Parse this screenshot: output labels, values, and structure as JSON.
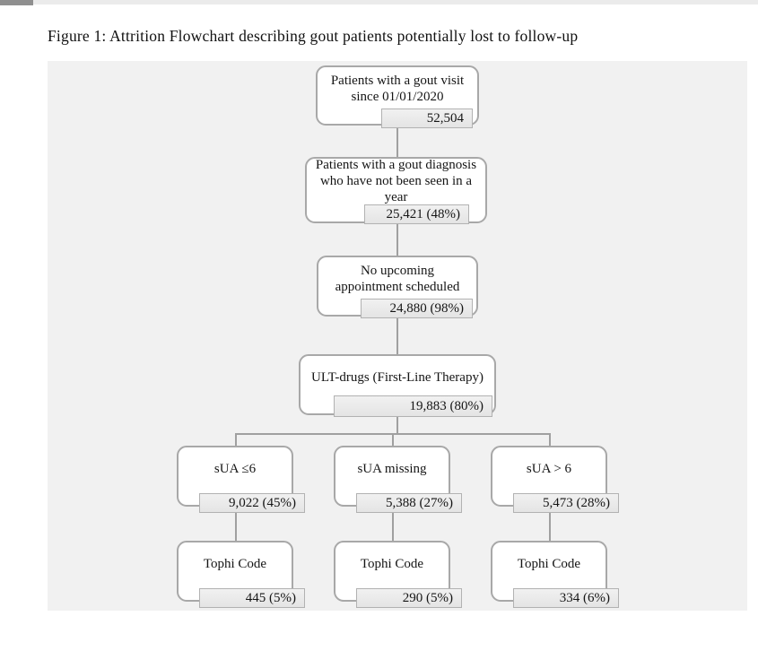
{
  "document": {
    "title": "Figure 1: Attrition Flowchart describing gout patients potentially lost to follow-up"
  },
  "flowchart": {
    "main": [
      {
        "label": "Patients with a gout visit since 01/01/2020",
        "value": "52,504"
      },
      {
        "label": "Patients with a gout diagnosis who have not been seen in a year",
        "value": "25,421 (48%)"
      },
      {
        "label": "No upcoming appointment scheduled",
        "value": "24,880 (98%)"
      },
      {
        "label": "ULT-drugs (First-Line Therapy)",
        "value": "19,883 (80%)"
      }
    ],
    "branches": [
      {
        "label": "sUA ≤6",
        "value": "9,022 (45%)"
      },
      {
        "label": "sUA missing",
        "value": "5,388 (27%)"
      },
      {
        "label": "sUA > 6",
        "value": "5,473 (28%)"
      }
    ],
    "leaves": [
      {
        "label": "Tophi Code",
        "value": "445 (5%)"
      },
      {
        "label": "Tophi Code",
        "value": "290 (5%)"
      },
      {
        "label": "Tophi Code",
        "value": "334 (6%)"
      }
    ],
    "colors": {
      "panel_bg": "#f1f1f1",
      "node_fill": "#ffffff",
      "node_border": "#a8a8a8",
      "value_fill": "#e8e8e8",
      "connector": "#a0a0a0"
    }
  }
}
